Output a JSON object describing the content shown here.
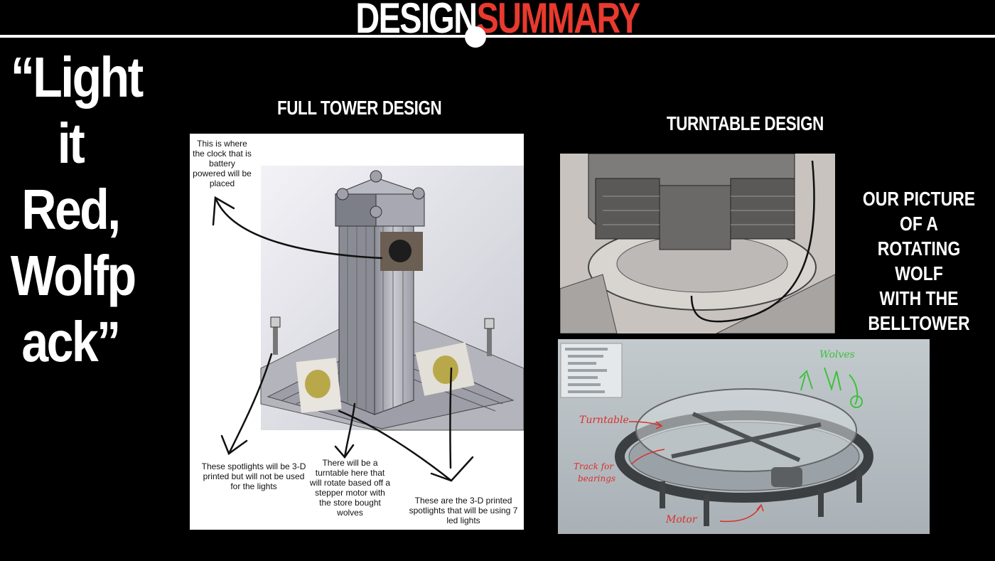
{
  "title": {
    "part1": "DESIGN",
    "part2": "SUMMARY"
  },
  "colors": {
    "accent": "#e83a2e",
    "background": "#000000",
    "text": "#ffffff"
  },
  "quote": {
    "lines": [
      "“Light",
      "it",
      "Red,",
      "Wolfp",
      "ack”"
    ]
  },
  "full_tower": {
    "label": "FULL TOWER DESIGN",
    "annotations": {
      "clock": "This is where the clock that is battery powered will be placed",
      "spotlights_unused": "These spotlights will be 3-D printed but will not be used for the lights",
      "turntable": "There will be a turntable here that will rotate based off a stepper motor with the store bought wolves",
      "spotlights_led": "These are the 3-D printed spotlights that will be using 7 led lights"
    }
  },
  "turntable": {
    "label": "TURNTABLE DESIGN"
  },
  "wolf_caption": {
    "lines": [
      "OUR PICTURE OF A",
      "ROTATING WOLF",
      "WITH THE",
      "BELLTOWER"
    ]
  },
  "cad_annotations": {
    "turntable": "Turntable",
    "track": "Track for",
    "bearings": "bearings",
    "motor": "Motor",
    "wolves": "Wolves"
  }
}
